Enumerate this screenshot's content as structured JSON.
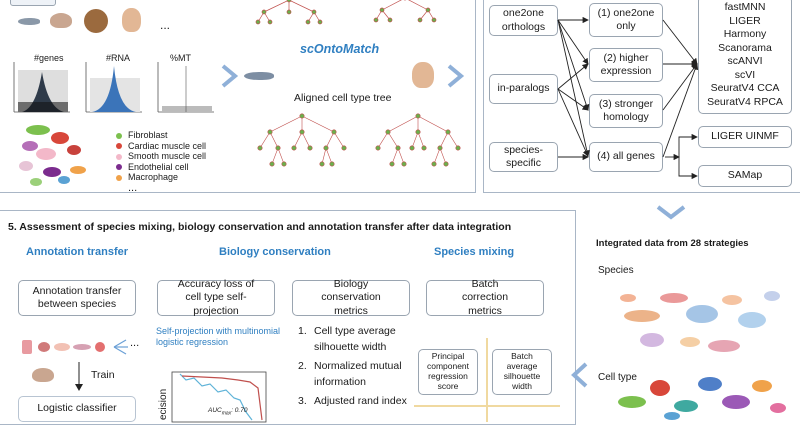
{
  "qc": {
    "labels": [
      "#genes",
      "#RNA",
      "%MT"
    ],
    "ellipsis": "...",
    "legend": [
      {
        "label": "Fibroblast",
        "color": "#7cc04e"
      },
      {
        "label": "Cardiac muscle cell",
        "color": "#d8473a"
      },
      {
        "label": "Smooth muscle cell",
        "color": "#f3b8c9"
      },
      {
        "label": "Endothelial cell",
        "color": "#7b2c8e"
      },
      {
        "label": "Macrophage",
        "color": "#f0a24a"
      }
    ],
    "legend_more": "..."
  },
  "ontology": {
    "tool": "scOntoMatch",
    "caption": "Aligned cell type tree"
  },
  "integration": {
    "gene_types": [
      "one2one orthologs",
      "in-paralogs",
      "species-specific"
    ],
    "gene_types_display": [
      [
        "one2one",
        "orthologs"
      ],
      [
        "in-paralogs"
      ],
      [
        "species-",
        "specific"
      ]
    ],
    "strategies": [
      [
        "(1) one2one",
        "only"
      ],
      [
        "(2) higher",
        "expression"
      ],
      [
        "(3) stronger",
        "homology"
      ],
      [
        "(4) all genes"
      ]
    ],
    "methods": [
      "fastMNN",
      "LIGER",
      "Harmony",
      "Scanorama",
      "scANVI",
      "scVI",
      "SeuratV4 CCA",
      "SeuratV4 RPCA"
    ],
    "other_methods": [
      "LIGER UINMF",
      "SAMap"
    ]
  },
  "assessment": {
    "title": "5. Assessment of species mixing, biology conservation and annotation transfer after data integration",
    "annotation": {
      "heading": "Annotation transfer",
      "box": "Annotation transfer between species",
      "train_label": "Train",
      "classifier": "Logistic classifier",
      "ellipsis": "..."
    },
    "biology": {
      "heading": "Biology conservation",
      "box1": "Accuracy loss of cell type self-projection",
      "box2": "Biology conservation metrics",
      "note": "Self-projection with multinomial logistic regression",
      "auc_label": "AUC",
      "auc_sub": "max",
      "auc_value": ": 0.70",
      "axis_label": "ecision",
      "metrics": [
        "1.  Cell type average silhouette width",
        "2.  Normalized mutual information",
        "3.  Adjusted rand index"
      ],
      "metrics_display": [
        [
          "1.",
          "Cell type average",
          "silhouette width"
        ],
        [
          "2.",
          "Normalized mutual",
          "information"
        ],
        [
          "3.",
          "Adjusted rand index",
          ""
        ]
      ]
    },
    "mixing": {
      "heading": "Species mixing",
      "box": "Batch correction metrics",
      "pcr": "Principal component regression score",
      "asw": "Batch average silhouette width"
    }
  },
  "results": {
    "title": "Integrated data from 28 strategies",
    "species_label": "Species",
    "celltype_label": "Cell type"
  }
}
